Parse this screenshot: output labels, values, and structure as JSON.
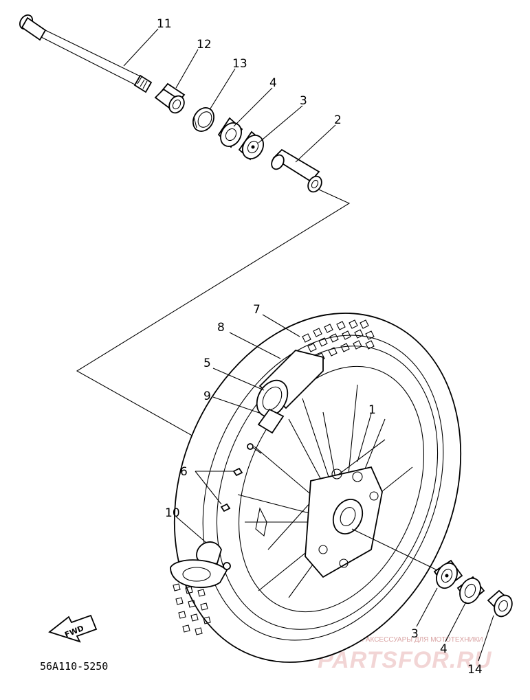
{
  "callouts": {
    "c11": "11",
    "c12": "12",
    "c13": "13",
    "c4_top": "4",
    "c3_top": "3",
    "c2": "2",
    "c7": "7",
    "c8": "8",
    "c5": "5",
    "c9": "9",
    "c1": "1",
    "c6": "6",
    "c10": "10",
    "c3_bottom": "3",
    "c4_bottom": "4",
    "c14": "14"
  },
  "diagram_code": "56A110-5250",
  "fwd_label": "FWD",
  "watermark": {
    "subtitle": "ЗАПЧАСТИ И АКСЕССУАРЫ ДЛЯ МОТОТЕХНИКИ",
    "brand": "PARTSFOR.RU"
  }
}
